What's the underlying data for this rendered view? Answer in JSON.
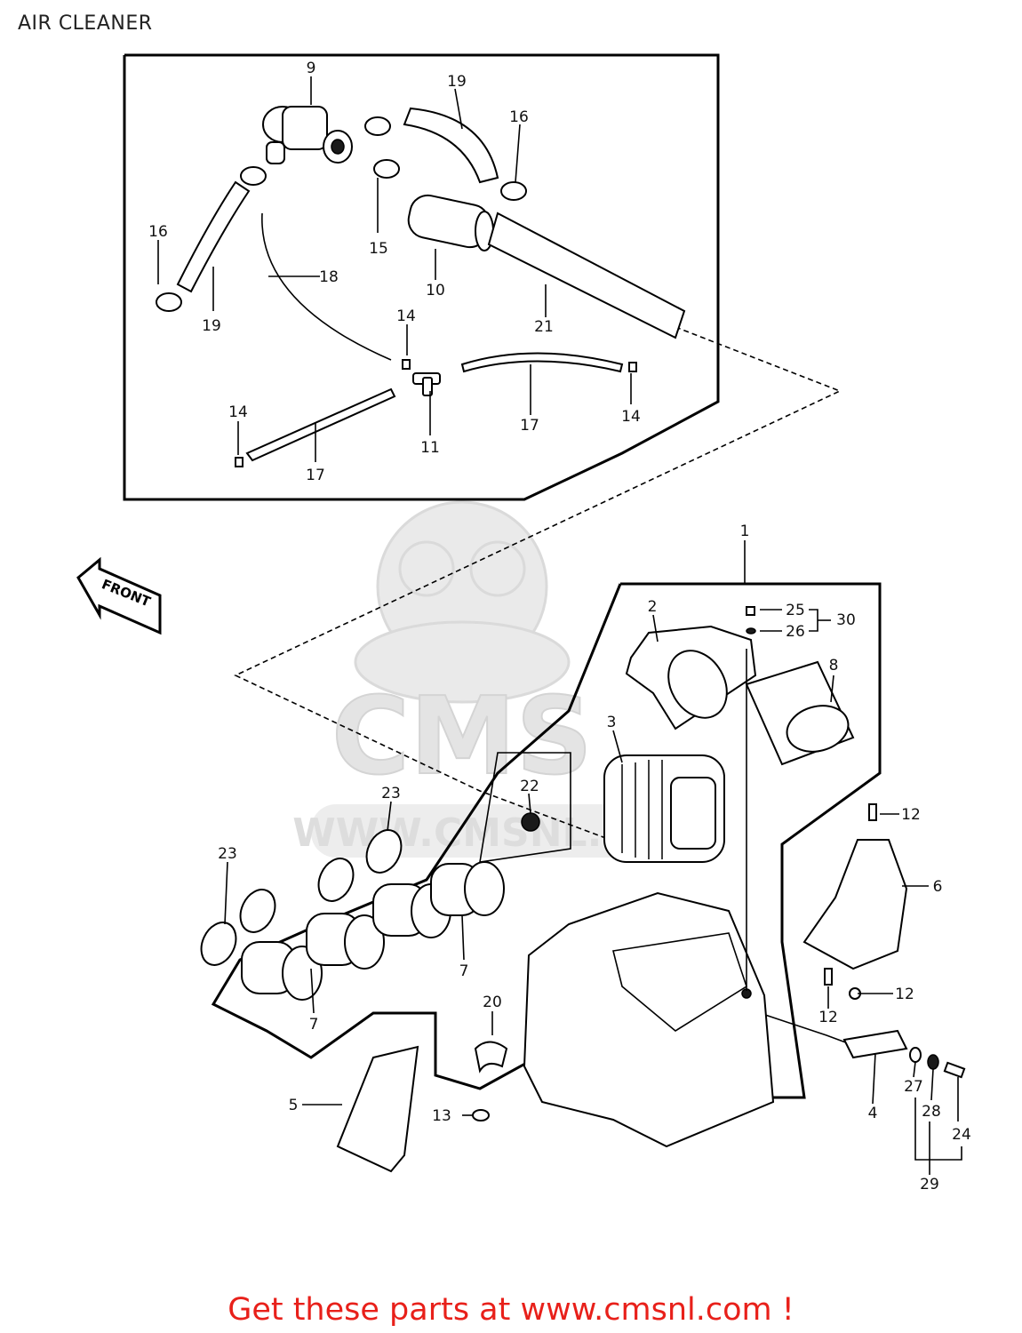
{
  "page": {
    "title": "AIR CLEANER",
    "footer_link": "Get these parts at www.cmsnl.com !",
    "colors": {
      "footer_text": "#e8201a",
      "line": "#000000",
      "watermark": "#e0e0e0"
    }
  },
  "watermark": {
    "text": "WWW.CMSNL.COM",
    "logo_text": "CMS",
    "icon": "cms-mascot-logo"
  },
  "front_arrow": {
    "label": "FRONT"
  },
  "callouts": {
    "c1": "1",
    "c2": "2",
    "c3": "3",
    "c4": "4",
    "c5": "5",
    "c6": "6",
    "c7a": "7",
    "c7b": "7",
    "c8": "8",
    "c9": "9",
    "c10": "10",
    "c11": "11",
    "c12a": "12",
    "c12b": "12",
    "c12c": "12",
    "c13": "13",
    "c14a": "14",
    "c14b": "14",
    "c14c": "14",
    "c15": "15",
    "c16a": "16",
    "c16b": "16",
    "c17a": "17",
    "c17b": "17",
    "c18": "18",
    "c19a": "19",
    "c19b": "19",
    "c20": "20",
    "c21": "21",
    "c22": "22",
    "c23a": "23",
    "c23b": "23",
    "c24": "24",
    "c25": "25",
    "c26": "26",
    "c27": "27",
    "c28": "28",
    "c29": "29",
    "c30": "30"
  }
}
